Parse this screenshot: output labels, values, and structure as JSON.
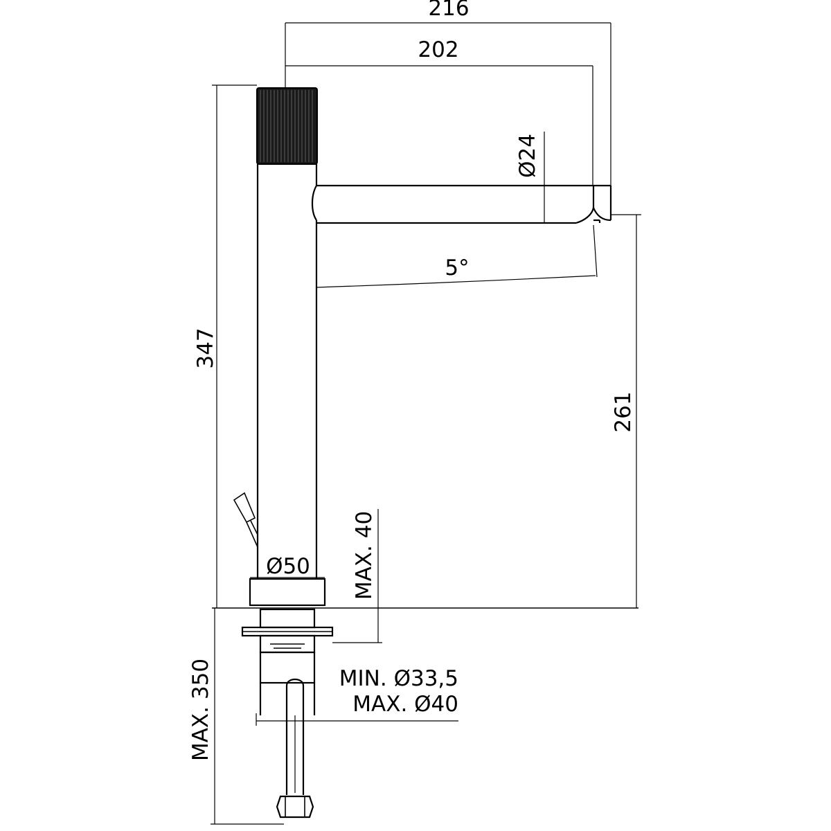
{
  "dimensions": {
    "overall_reach": "216",
    "spout_reach": "202",
    "spout_diameter": "Ø24",
    "spout_angle": "5°",
    "total_height": "347",
    "spout_height": "261",
    "base_diameter": "Ø50",
    "max_deck_thickness": "MAX. 40",
    "hole_min": "MIN. Ø33,5",
    "hole_max": "MAX. Ø40",
    "max_hose_length": "MAX. 350"
  },
  "colors": {
    "line": "#000000",
    "background": "#ffffff"
  }
}
